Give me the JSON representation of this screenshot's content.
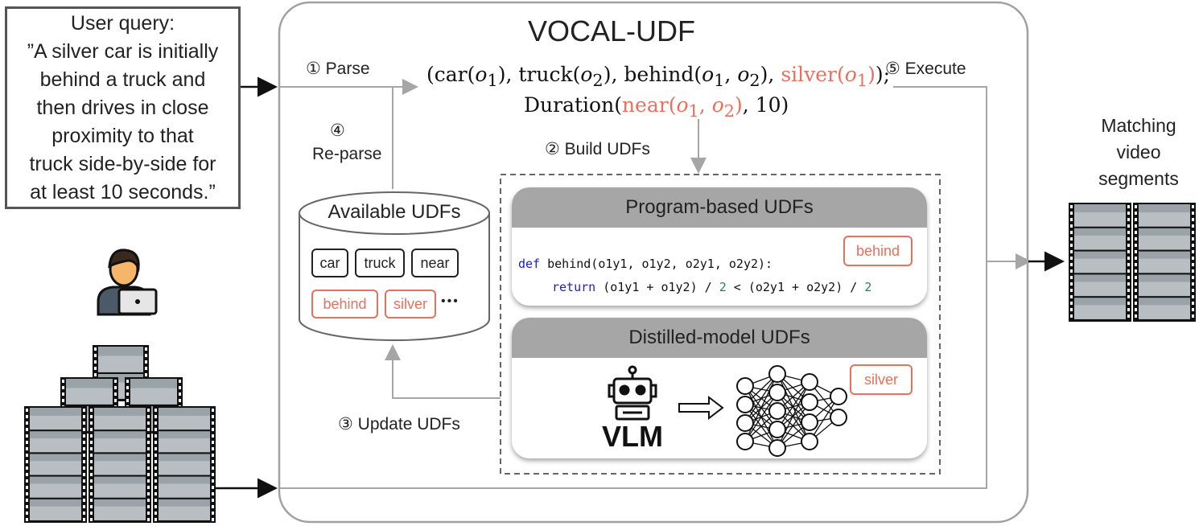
{
  "title": "VOCAL-UDF",
  "user_query": {
    "heading": "User query:",
    "text": "”A silver car is initially\nbehind a truck and\nthen drives in close\nproximity to that\ntruck side-by-side for\nat least 10 seconds.”"
  },
  "steps": {
    "parse": "① Parse",
    "build": "②  Build UDFs",
    "update": "③ Update UDFs",
    "reparse_num": "④",
    "reparse": "Re-parse",
    "execute": "⑤ Execute"
  },
  "formula": {
    "line1_prefix": "(car(",
    "o1": "o",
    "line2_prefix": "Duration(",
    "duration_value": "10"
  },
  "available_udfs": {
    "title": "Available UDFs",
    "chips": [
      "car",
      "truck",
      "near"
    ],
    "red_chips": [
      "behind",
      "silver"
    ],
    "ellipsis": "•••"
  },
  "program_panel": {
    "title": "Program-based UDFs",
    "tag": "behind",
    "code_line1_kw": "def",
    "code_line1": " behind(o1y1, o1y2, o2y1, o2y2):",
    "code_line2_kw": "return",
    "code_line2_a": " (o1y1 + o1y2) / ",
    "code_line2_n1": "2",
    "code_line2_b": " < (o2y1 + o2y2) / ",
    "code_line2_n2": "2"
  },
  "distilled_panel": {
    "title": "Distilled-model UDFs",
    "tag": "silver",
    "vlm": "VLM"
  },
  "output": {
    "label": "Matching\nvideo\nsegments"
  },
  "colors": {
    "red": "#e8705e",
    "gray_arrow": "#a6a6a6",
    "header_gray": "#a6a6a6"
  }
}
